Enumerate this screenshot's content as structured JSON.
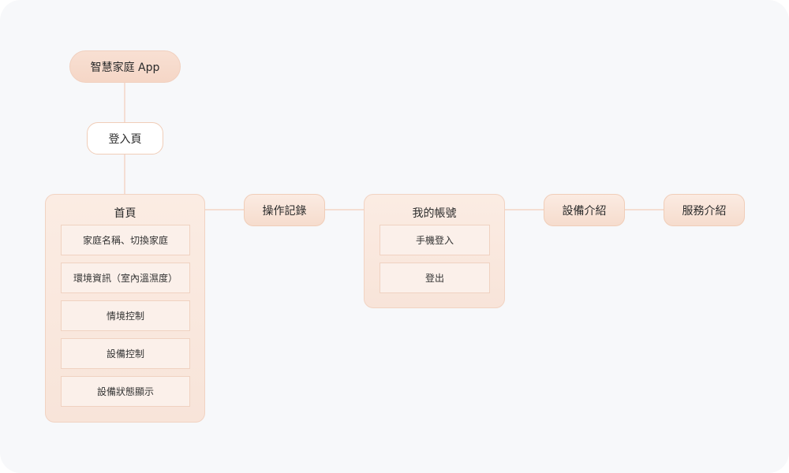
{
  "diagram": {
    "root": "智慧家庭 App",
    "login": "登入頁",
    "home": {
      "title": "首頁",
      "items": [
        "家庭名稱、切換家庭",
        "環境資訊（室內溫濕度）",
        "情境控制",
        "設備控制",
        "設備狀態顯示"
      ]
    },
    "history": "操作記錄",
    "account": {
      "title": "我的帳號",
      "items": [
        "手機登入",
        "登出"
      ]
    },
    "device_intro": "設備介紹",
    "service_intro": "服務介紹"
  },
  "colors": {
    "line": "#f2cdbb",
    "node_fill": "#f6d8c8",
    "group_fill": "#f9e8de",
    "item_fill": "#fbf0ea",
    "canvas": "#f7f8fa"
  }
}
